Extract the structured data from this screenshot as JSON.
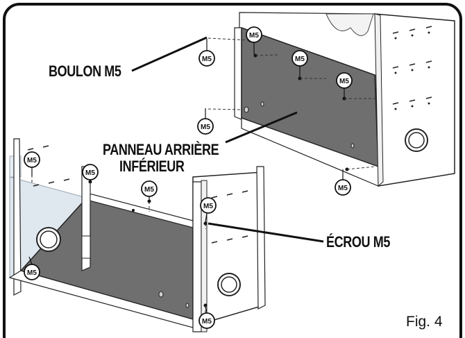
{
  "labels": {
    "bolt": "BOULON M5",
    "panel_line1": "PANNEAU ARRIÈRE",
    "panel_line2": "INFÉRIEUR",
    "nut": "ÉCROU M5",
    "figure": "Fig. 4"
  },
  "hardware_tag": "M5",
  "colors": {
    "panel_fill": "#6f6f6f",
    "cabinet_fill": "#ffffff",
    "translucent_side": "#dfe7ef",
    "frame_border": "#111111",
    "line": "#222222"
  }
}
